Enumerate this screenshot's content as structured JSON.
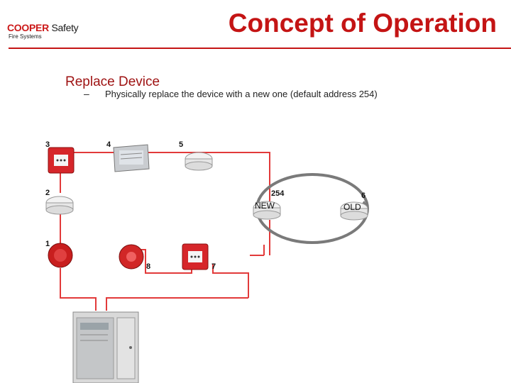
{
  "header": {
    "title": "Concept of Operation",
    "logo_brand": "COOPER",
    "logo_brand_suffix": "Safety",
    "logo_subtitle": "Fire Systems"
  },
  "slide": {
    "heading": "Replace Device",
    "bullet_dash": "–",
    "bullet": "Physically replace the device with a new one (default address 254)"
  },
  "diagram": {
    "labels": {
      "n1": "1",
      "n2": "2",
      "n3": "3",
      "n4": "4",
      "n5": "5",
      "n6": "6",
      "n7": "7",
      "n8": "8",
      "n254": "254",
      "new": "NEW",
      "old": "OLD"
    },
    "colors": {
      "wire": "#e23a3a",
      "loop": "#7a7a7a",
      "device_red": "#d6262a",
      "detector_white": "#eeeeee"
    }
  }
}
